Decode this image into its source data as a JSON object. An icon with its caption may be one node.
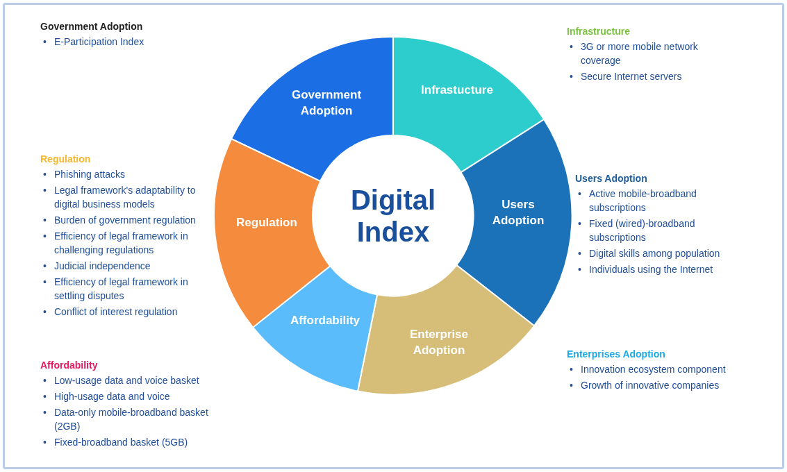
{
  "diagram": {
    "nodes": [
      {
        "text": [
          "Government Adoption"
        ]
      },
      {
        "text": [
          "Infrastucture"
        ]
      },
      {
        "text": [
          "Users Adoption"
        ]
      },
      {
        "text": [
          "Enterprise Adoption"
        ]
      },
      {
        "text": [
          "Affordability"
        ]
      },
      {
        "text": [
          "Regulation"
        ]
      },
      {
        "text": [
          "Digital Index"
        ]
      }
    ],
    "labels": [
      "Government Adoption",
      "•",
      "E-Participation Index",
      "Regulation",
      "•",
      "Phishing attacks",
      "•",
      "Legal framework's adaptability to digital business models",
      "•",
      "Burden of government regulation",
      "•",
      "Efficiency of legal framework in challenging regulations",
      "•",
      "Judicial independence",
      "•",
      "Efficiency of legal framework in settling disputes",
      "•",
      "Conflict of interest regulation",
      "Affordability",
      "•",
      "Low-usage data and voice basket",
      "•",
      "High-usage data and voice",
      "•",
      "Data-only mobile-broadband basket (2GB)",
      "•",
      "Fixed-broadband basket (5GB)",
      "Infrastructure",
      "•",
      "3G or more mobile network coverage",
      "•",
      "Secure Internet servers",
      "Users Adoption",
      "•",
      "Active mobile-broadband subscriptions",
      "•",
      "Fixed (wired)-broadband subscriptions",
      "•",
      "Digital skills among population",
      "•",
      "Individuals using the Internet",
      "Enterprises Adoption",
      "•",
      "Innovation ecosystem component",
      "•",
      "Growth of innovative companies"
    ]
  }
}
